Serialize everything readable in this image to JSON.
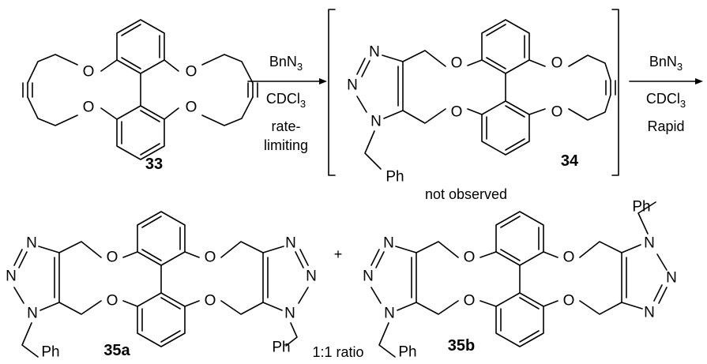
{
  "compounds": {
    "c33": "33",
    "c34": "34",
    "c35a": "35a",
    "c35b": "35b"
  },
  "atoms": {
    "O": "O",
    "N": "N",
    "Ph": "Ph"
  },
  "arrow1": {
    "reagent_main": "BnN",
    "reagent_sub": "3",
    "solvent_main": "CDCl",
    "solvent_sub": "3",
    "note_line1": "rate-",
    "note_line2": "limiting"
  },
  "arrow2": {
    "reagent_main": "BnN",
    "reagent_sub": "3",
    "solvent_main": "CDCl",
    "solvent_sub": "3",
    "note": "Rapid"
  },
  "intermediate_note": "not observed",
  "plus_sign": "+",
  "ratio": "1:1 ratio"
}
